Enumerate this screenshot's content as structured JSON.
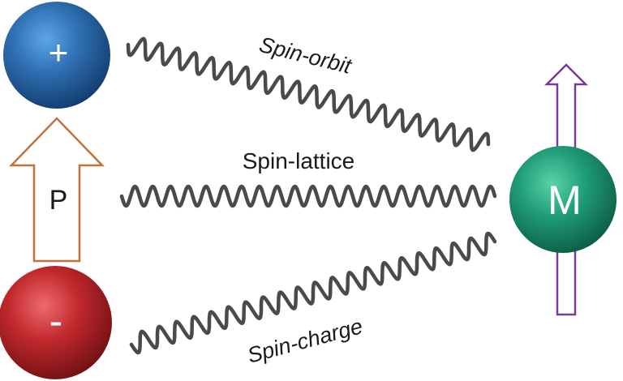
{
  "charges": {
    "positive": {
      "symbol": "+",
      "color": "#2f6fb3"
    },
    "negative": {
      "symbol": "-",
      "color": "#c0282d"
    }
  },
  "polarization": {
    "label": "P",
    "arrow_color": "#c0733a"
  },
  "magnetization": {
    "label": "M",
    "sphere_color": "#1f9c78",
    "arrow_color": "#7a3a9a"
  },
  "couplings": {
    "spin_orbit": "Spin-orbit",
    "spin_lattice": "Spin-lattice",
    "spin_charge": "Spin-charge"
  },
  "spring_color": "#4a4a4a"
}
